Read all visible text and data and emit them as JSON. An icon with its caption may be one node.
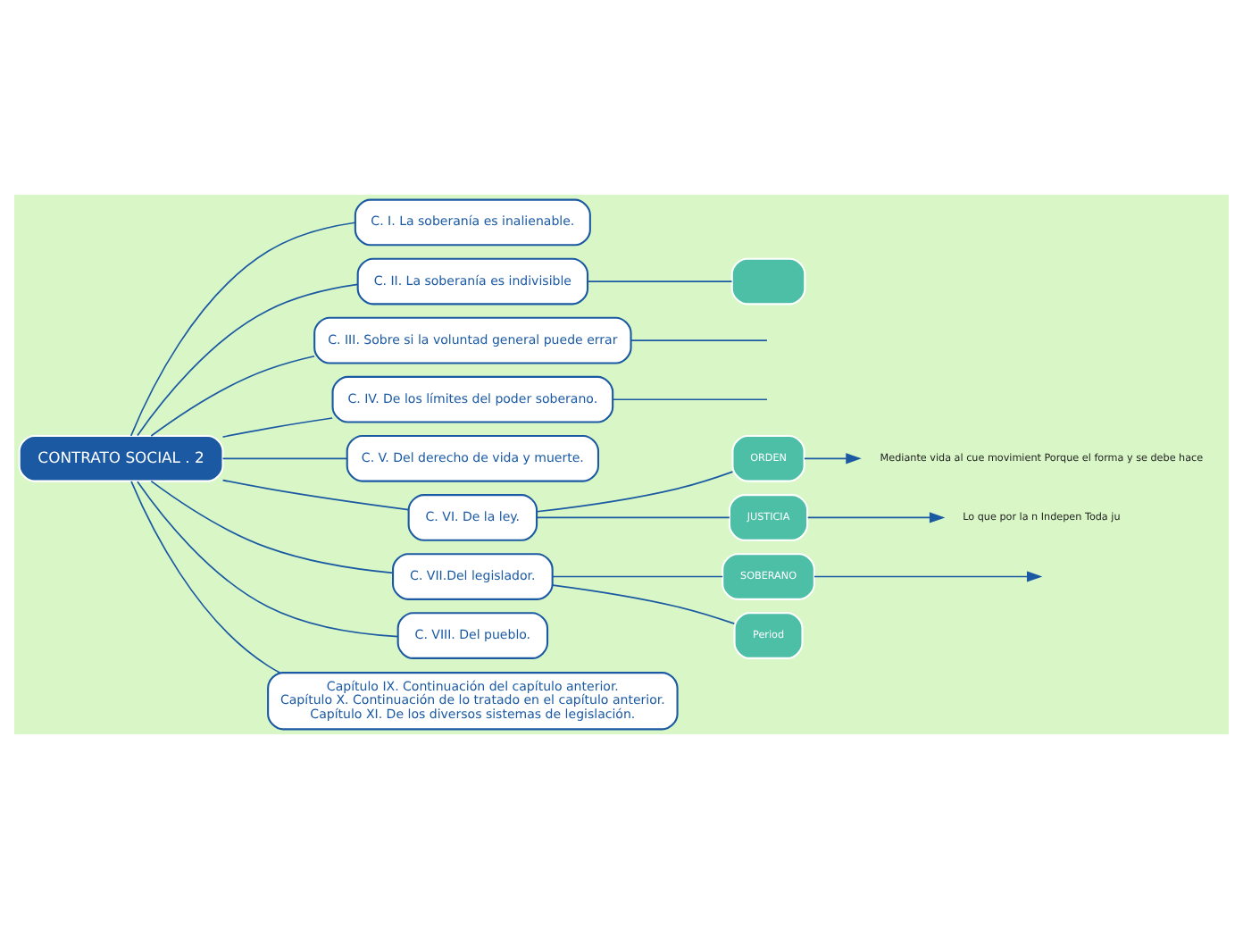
{
  "diagram": {
    "nodes": [
      {
        "text": [
          "CONTRATO SOCIAL . 2"
        ]
      },
      {
        "text": [
          "C. I. La soberanía es inalienable."
        ]
      },
      {
        "text": [
          "C. II. La soberanía es indivisible"
        ]
      },
      {
        "text": [
          "C. III. Sobre si la voluntad general puede errar"
        ]
      },
      {
        "text": [
          "C. IV. De los límites del poder soberano."
        ]
      },
      {
        "text": [
          "C. V. Del derecho de vida y muerte."
        ]
      },
      {
        "text": [
          "C. VI. De la ley."
        ]
      },
      {
        "text": [
          "C. VII.Del legislador."
        ]
      },
      {
        "text": [
          "C. VIII. Del pueblo."
        ]
      },
      {
        "text": [
          "Capítulo IX. Continuación del capítulo anterior.",
          "Capítulo X. Continuación de lo tratado en el capítulo anterior.",
          "Capítulo XI. De los diversos sistemas de legislación."
        ]
      },
      {
        "text": [
          "ORDEN"
        ]
      },
      {
        "text": [
          "JUSTICIA"
        ]
      },
      {
        "text": [
          "SOBERANO"
        ]
      },
      {
        "text": [
          "Period"
        ]
      },
      {
        "text": [
          "Mediante vida al cue movimient Porque el forma y se debe hace"
        ]
      },
      {
        "text": [
          "Lo que por la n Indepen Toda ju"
        ]
      },
      {
        "text": [],
        "shape": "box"
      }
    ],
    "edges": [
      {
        "from": 0,
        "to": 1,
        "arrow": "none"
      },
      {
        "from": 0,
        "to": 2,
        "arrow": "none"
      },
      {
        "from": 0,
        "to": 3,
        "arrow": "none"
      },
      {
        "from": 0,
        "to": 4,
        "arrow": "none"
      },
      {
        "from": 0,
        "to": 5,
        "arrow": "none"
      },
      {
        "from": 0,
        "to": 6,
        "arrow": "none"
      },
      {
        "from": 0,
        "to": 7,
        "arrow": "none"
      },
      {
        "from": 0,
        "to": 8,
        "arrow": "none"
      },
      {
        "from": 0,
        "to": 9,
        "arrow": "none"
      },
      {
        "from": 2,
        "to": 16,
        "arrow": "none"
      },
      {
        "from": 3,
        "to": null,
        "arrow": "none"
      },
      {
        "from": 4,
        "to": null,
        "arrow": "none"
      },
      {
        "from": 6,
        "to": 10,
        "arrow": "none"
      },
      {
        "from": 6,
        "to": 11,
        "arrow": "none"
      },
      {
        "from": 7,
        "to": 12,
        "arrow": "none"
      },
      {
        "from": 7,
        "to": 13,
        "arrow": "none"
      },
      {
        "from": 10,
        "to": 14,
        "arrow": "to"
      },
      {
        "from": 11,
        "to": 15,
        "arrow": "to"
      },
      {
        "from": 12,
        "to": null,
        "arrow": "to"
      }
    ]
  }
}
